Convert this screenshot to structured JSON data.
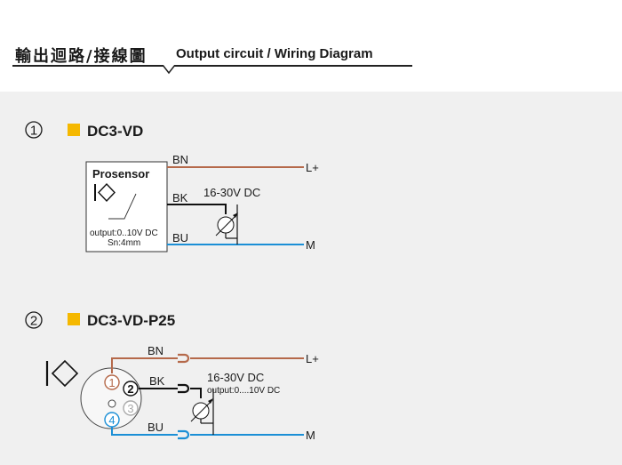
{
  "header": {
    "title_zh": "輸出迴路/接線圖",
    "title_en": "Output circuit / Wiring Diagram"
  },
  "colors": {
    "brown": "#b5694a",
    "black": "#111111",
    "blue": "#1b8fd6",
    "marker": "#f5b800",
    "background": "#f0f0f0"
  },
  "sections": [
    {
      "number": "1",
      "model": "DC3-VD",
      "brand": "Prosensor",
      "spec_output": "output:0..10V DC",
      "spec_sn": "Sn:4mm",
      "wire_bn": "BN",
      "wire_bk": "BK",
      "wire_bu": "BU",
      "supply": "16-30V DC",
      "terminal_plus": "L+",
      "terminal_minus": "M"
    },
    {
      "number": "2",
      "model": "DC3-VD-P25",
      "wire_bn": "BN",
      "wire_bk": "BK",
      "wire_bu": "BU",
      "supply": "16-30V DC",
      "output": "output:0....10V DC",
      "terminal_plus": "L+",
      "terminal_minus": "M",
      "pins": [
        "1",
        "2",
        "3",
        "4"
      ]
    }
  ]
}
